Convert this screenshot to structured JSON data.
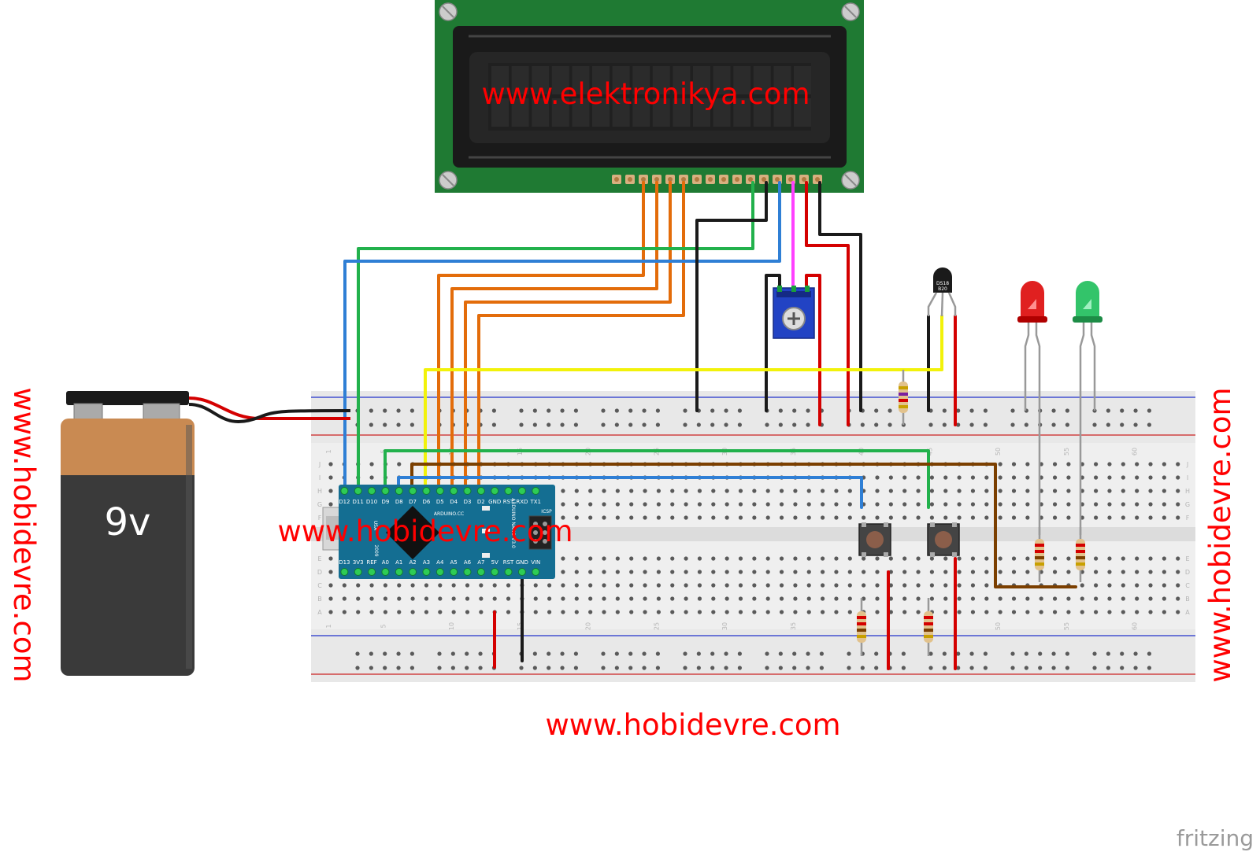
{
  "watermarks": {
    "lcd_text": "www.elektronikya.com",
    "center": "www.hobidevre.com",
    "bottom": "www.hobidevre.com",
    "left": "www.hobidevre.com",
    "right": "www.hobidevre.com"
  },
  "battery": {
    "label": "9v"
  },
  "sensor": {
    "label_top": "DS18",
    "label_bottom": "B20"
  },
  "arduino": {
    "top_pins": [
      "D12",
      "D11",
      "D10",
      "D9",
      "D8",
      "D7",
      "D6",
      "D5",
      "D4",
      "D3",
      "D2",
      "GND",
      "RST",
      "RXD",
      "TX1"
    ],
    "bottom_pins": [
      "D13",
      "3V3",
      "REF",
      "A0",
      "A1",
      "A2",
      "A3",
      "A4",
      "A5",
      "A6",
      "A7",
      "5V",
      "RST",
      "GND",
      "VIN"
    ],
    "brand": "ARDUINO.CC",
    "usb_label": "USA",
    "year": "2009",
    "icsp": "ICSP",
    "model": "ARDUINO NANO V3.0"
  },
  "breadboard": {
    "col_numbers": [
      "1",
      "5",
      "10",
      "15",
      "20",
      "25",
      "30",
      "35",
      "40",
      "45",
      "50",
      "55",
      "60"
    ],
    "row_letters_top": [
      "J",
      "I",
      "H",
      "G",
      "F"
    ],
    "row_letters_bottom": [
      "E",
      "D",
      "C",
      "B",
      "A"
    ]
  },
  "brand_logo": "fritzing",
  "colors": {
    "wire_orange": "#e36c0a",
    "wire_green": "#22b14c",
    "wire_blue": "#2f7fd5",
    "wire_yellow": "#f2f20a",
    "wire_black": "#1a1a1a",
    "wire_red": "#d40000",
    "wire_brown": "#7b3f00",
    "wire_magenta": "#ff40ff",
    "lcd_pcb": "#1f7a33",
    "arduino_pcb": "#146e92",
    "watermark": "#ff0000"
  }
}
